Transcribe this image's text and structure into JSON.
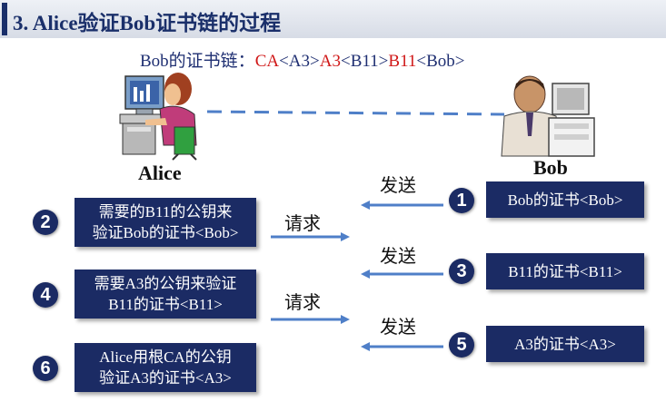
{
  "title": "3. Alice验证Bob证书链的过程",
  "chain": {
    "prefix": "Bob的证书链：",
    "parts": [
      {
        "text": "CA",
        "red": true
      },
      {
        "text": "<A3>",
        "red": false
      },
      {
        "text": "A3",
        "red": true
      },
      {
        "text": "<B11>",
        "red": false
      },
      {
        "text": "B11",
        "red": true
      },
      {
        "text": "<Bob>",
        "red": false
      }
    ]
  },
  "alice": {
    "name": "Alice"
  },
  "bob": {
    "name": "Bob"
  },
  "bob_side": [
    {
      "badge": "1",
      "cert": "Bob的证书<Bob>",
      "action": "发送"
    },
    {
      "badge": "3",
      "cert": "B11的证书<B11>",
      "action": "发送"
    },
    {
      "badge": "5",
      "cert": "A3的证书<A3>",
      "action": "发送"
    }
  ],
  "alice_side": [
    {
      "badge": "2",
      "line1": "需要的B11的公钥来",
      "line2": "验证Bob的证书<Bob>",
      "action": "请求"
    },
    {
      "badge": "4",
      "line1": "需要A3的公钥来验证",
      "line2": "B11的证书<B11>",
      "action": "请求"
    },
    {
      "badge": "6",
      "line1": "Alice用根CA的公钥",
      "line2": "验证A3的证书<A3>"
    }
  ],
  "colors": {
    "accent": "#1b2b64",
    "highlight": "#d01818",
    "arrow": "#4f7fc8"
  }
}
